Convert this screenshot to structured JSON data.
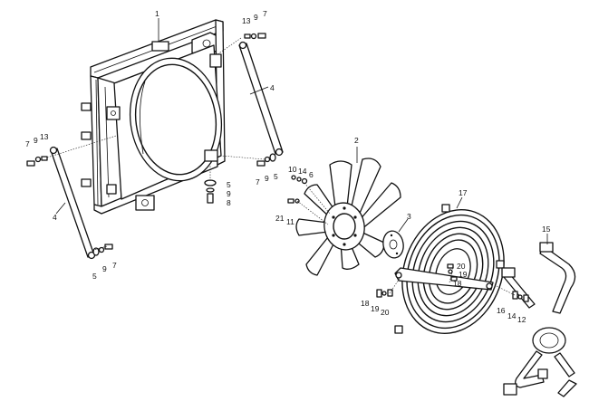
{
  "callouts": {
    "c1": "1",
    "c2": "2",
    "c3": "3",
    "c4a": "4",
    "c4b": "4",
    "c5a": "5",
    "c5b": "5",
    "c5c": "5",
    "c6": "6",
    "c7a": "7",
    "c7b": "7",
    "c7c": "7",
    "c7d": "7",
    "c8": "8",
    "c9a": "9",
    "c9b": "9",
    "c9c": "9",
    "c9d": "9",
    "c10": "10",
    "c11": "11",
    "c12": "12",
    "c13a": "13",
    "c13b": "13",
    "c14a": "14",
    "c14b": "14",
    "c15": "15",
    "c16": "16",
    "c17": "17",
    "c18a": "18",
    "c18b": "18",
    "c19a": "19",
    "c19b": "19",
    "c20a": "20",
    "c20b": "20",
    "c21": "21"
  }
}
